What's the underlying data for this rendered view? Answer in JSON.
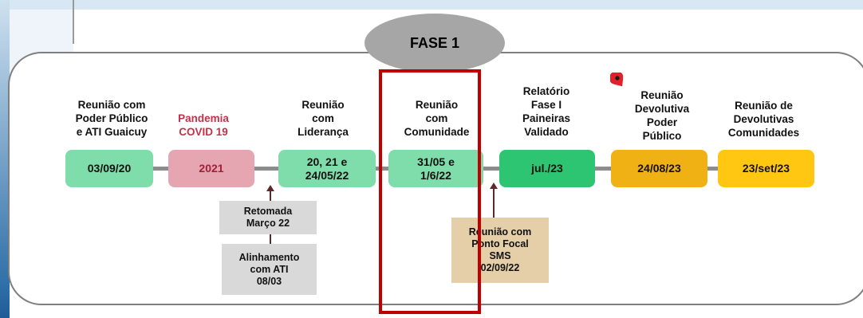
{
  "phase": "FASE 1",
  "colors": {
    "green": "#7fdcab",
    "pink": "#e5a6b2",
    "dark_green": "#2dc472",
    "gold": "#f0b114",
    "yellow": "#ffc612",
    "note_gray": "#d9d9d9",
    "note_tan": "#e5cfa8",
    "highlight": "#c00000"
  },
  "milestones": [
    {
      "label": "Reunião com\nPoder Público\ne  ATI Guaicuy",
      "date": "03/09/20"
    },
    {
      "label": "Pandemia\nCOVID 19",
      "date": "2021"
    },
    {
      "label": "Reunião\ncom\nLiderança",
      "date": "20, 21 e\n24/05/22"
    },
    {
      "label": "Reunião\ncom\nComunidade",
      "date": "31/05 e\n1/6/22"
    },
    {
      "label": "Relatório\nFase I\nPaineiras\nValidado",
      "date": "jul./23"
    },
    {
      "label": "Reunião\nDevolutiva\nPoder\nPúblico",
      "date": "24/08/23"
    },
    {
      "label": "Reunião de\nDevolutivas\nComunidades",
      "date": "23/set/23"
    }
  ],
  "notes": {
    "retomada": "Retomada\nMarço 22",
    "alinhamento": "Alinhamento\ncom ATI\n08/03",
    "ponto_focal": "Reunião com\nPonto Focal\nSMS\n02/09/22"
  },
  "icons": {
    "pin": "map-pin-icon"
  }
}
